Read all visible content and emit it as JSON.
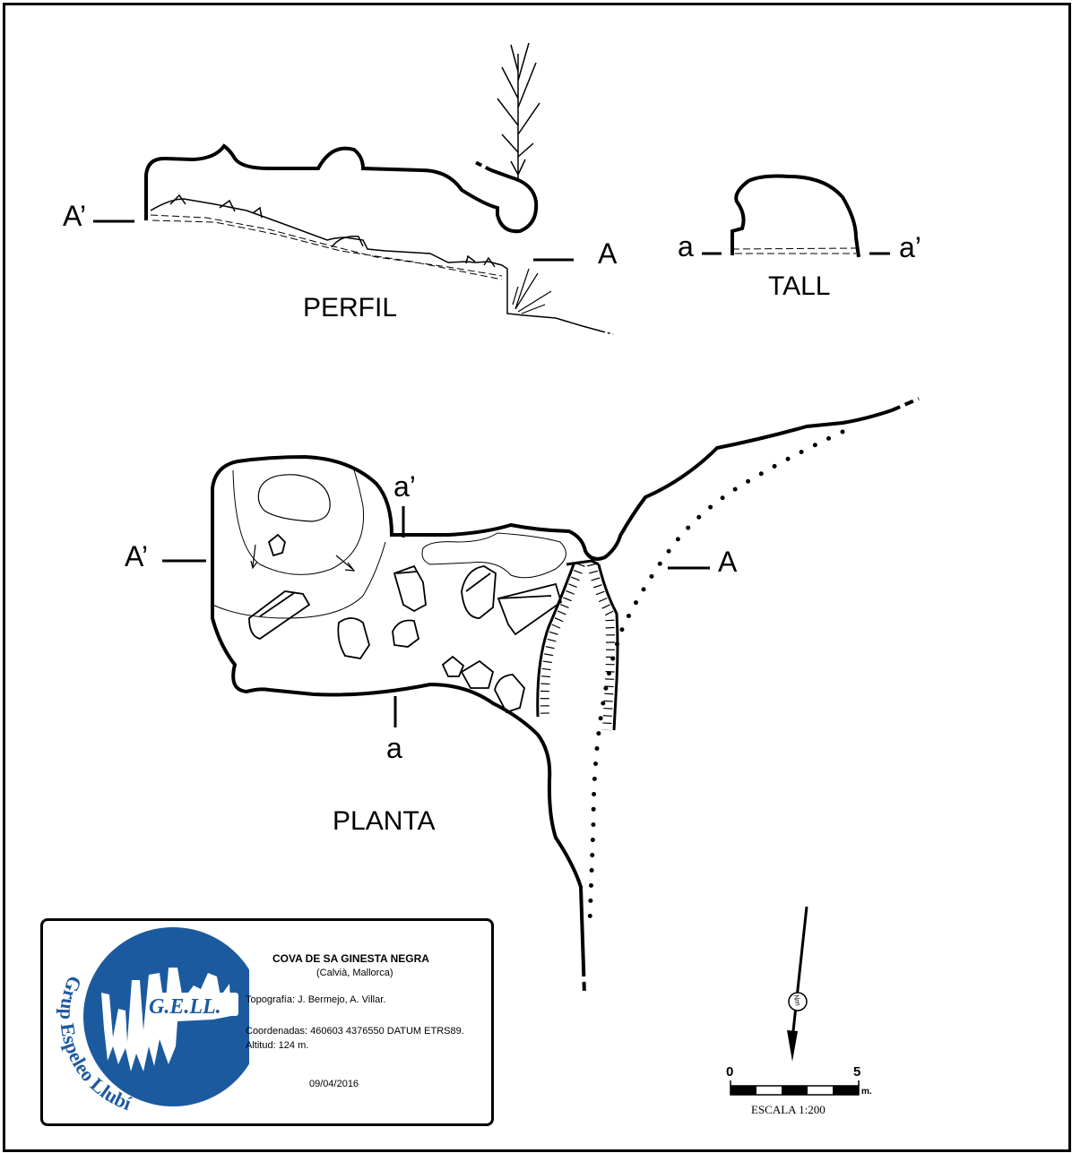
{
  "profile": {
    "title": "PERFIL",
    "mark_left": "A’",
    "mark_right": "A"
  },
  "section": {
    "title": "TALL",
    "mark_left": "a",
    "mark_right": "a’"
  },
  "plan": {
    "title": "PLANTA",
    "mark_A_prime": "A’",
    "mark_A": "A",
    "mark_a_prime": "a’",
    "mark_a": "a"
  },
  "titleblock": {
    "logo_text": "G.E.LL.",
    "logo_ring": "Grup Espeleo Llubí",
    "cave_name": "COVA DE SA GINESTA NEGRA",
    "location": "(Calvià, Mallorca)",
    "survey": "Topografía: J. Bermejo, A. Villar.",
    "coords": "Coordenadas:  460603 4376550 DATUM ETRS89.",
    "altitude": "Altitud: 124 m.",
    "date": "09/04/2016",
    "logo_color": "#1c5aa0"
  },
  "north": {
    "label": "Nm"
  },
  "scale": {
    "start": "0",
    "end": "5",
    "unit": "m.",
    "caption": "ESCALA 1:200"
  }
}
